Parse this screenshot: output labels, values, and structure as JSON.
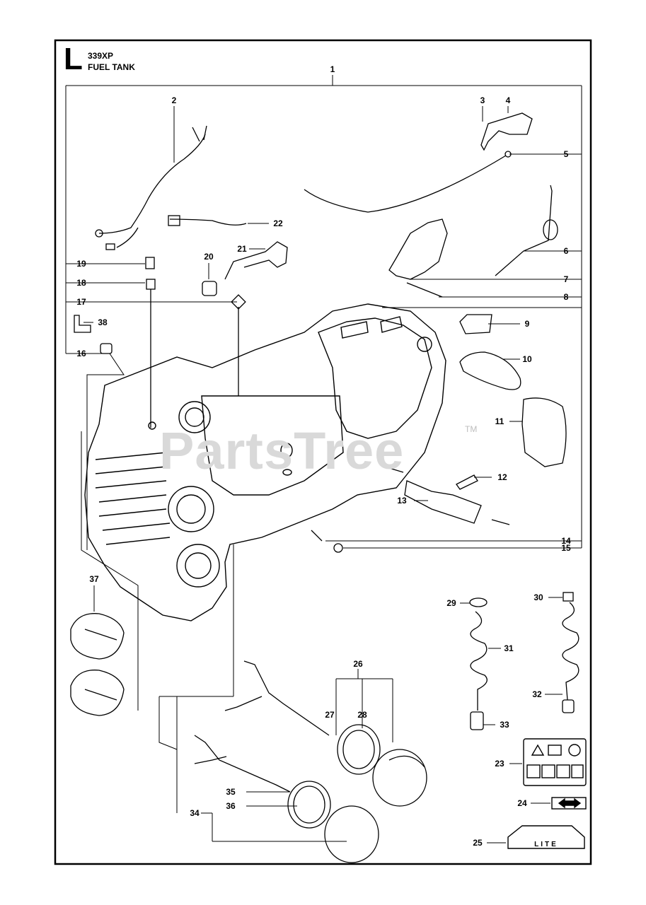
{
  "header": {
    "section_letter": "L",
    "model": "339XP",
    "title": "FUEL TANK"
  },
  "watermark": {
    "text": "PartsTree",
    "tm": "TM"
  },
  "callouts": [
    "1",
    "2",
    "3",
    "4",
    "5",
    "6",
    "7",
    "8",
    "9",
    "10",
    "11",
    "12",
    "13",
    "14",
    "15",
    "16",
    "17",
    "18",
    "19",
    "20",
    "21",
    "22",
    "23",
    "24",
    "25",
    "26",
    "27",
    "28",
    "29",
    "30",
    "31",
    "32",
    "33",
    "34",
    "35",
    "36",
    "37",
    "38"
  ],
  "decal_text": {
    "lite": "LITE"
  },
  "colors": {
    "line": "#000000",
    "watermark": "#d9d9d9"
  }
}
